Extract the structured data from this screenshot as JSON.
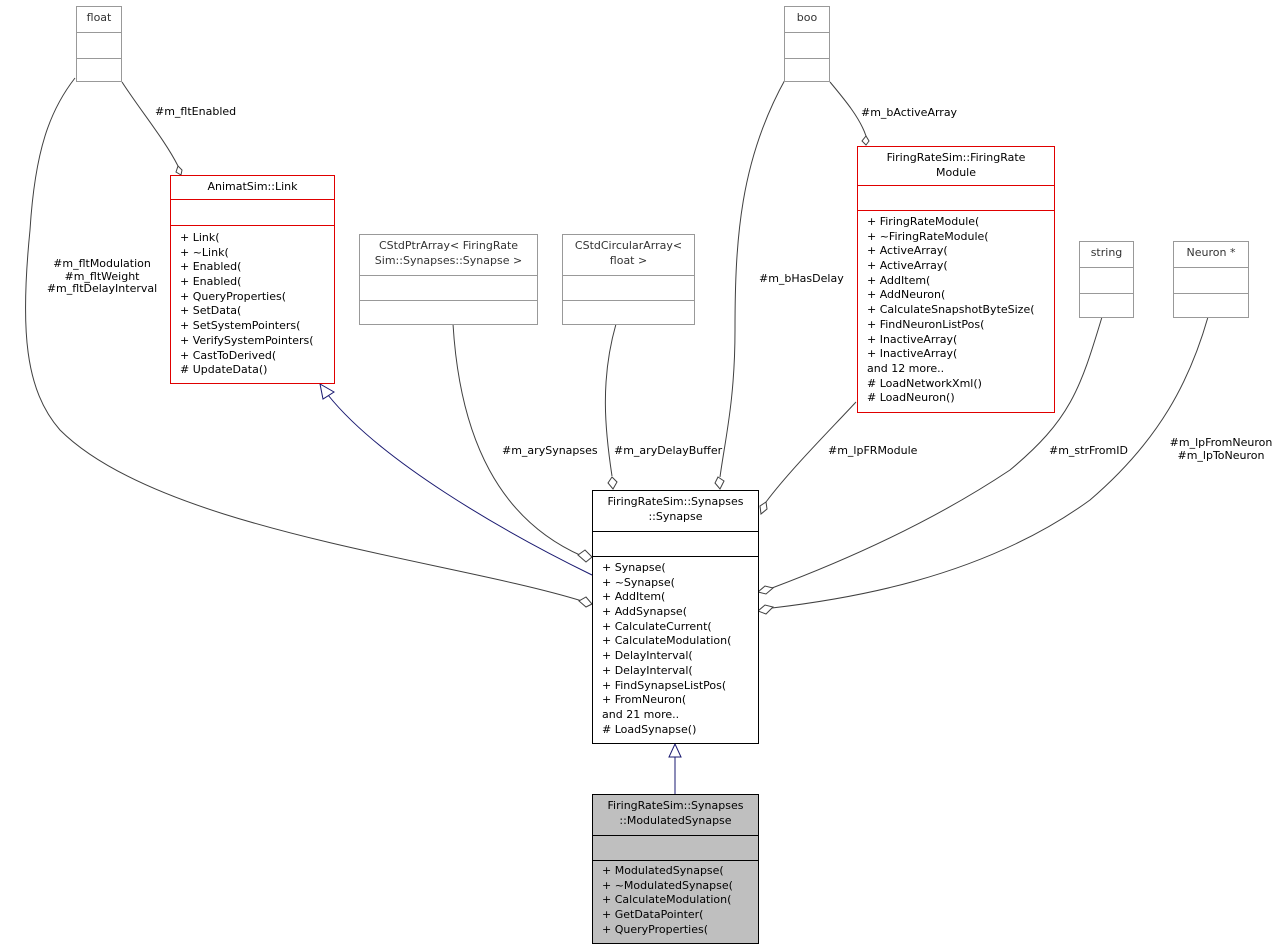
{
  "nodes": {
    "float": {
      "title": "float",
      "attributes": [],
      "methods": []
    },
    "bool": {
      "title": "boo",
      "attributes": [],
      "methods": []
    },
    "link": {
      "title": "AnimatSim::Link",
      "methods": [
        "+ Link(",
        "+ ~Link(",
        "+ Enabled(",
        "+ Enabled(",
        "+ QueryProperties(",
        "+ SetData(",
        "+ SetSystemPointers(",
        "+ VerifySystemPointers(",
        "+ CastToDerived(",
        "# UpdateData()"
      ]
    },
    "ptrarray": {
      "title": "CStdPtrArray< FiringRate\nSim::Synapses::Synapse >"
    },
    "circarray": {
      "title": "CStdCircularArray<\nfloat >"
    },
    "module": {
      "title": "FiringRateSim::FiringRate\nModule",
      "methods": [
        "+ FiringRateModule(",
        "+ ~FiringRateModule(",
        "+ ActiveArray(",
        "+ ActiveArray(",
        "+ AddItem(",
        "+ AddNeuron(",
        "+ CalculateSnapshotByteSize(",
        "+ FindNeuronListPos(",
        "+ InactiveArray(",
        "+ InactiveArray(",
        "and 12 more..",
        "# LoadNetworkXml()",
        "# LoadNeuron()"
      ]
    },
    "string": {
      "title": "string"
    },
    "neuron": {
      "title": "Neuron *"
    },
    "synapse": {
      "title": "FiringRateSim::Synapses\n::Synapse",
      "methods": [
        "+ Synapse(",
        "+ ~Synapse(",
        "+ AddItem(",
        "+ AddSynapse(",
        "+ CalculateCurrent(",
        "+ CalculateModulation(",
        "+ DelayInterval(",
        "+ DelayInterval(",
        "+ FindSynapseListPos(",
        "+ FromNeuron(",
        "and 21 more..",
        "# LoadSynapse()"
      ]
    },
    "modulated": {
      "title": "FiringRateSim::Synapses\n::ModulatedSynapse",
      "methods": [
        "+ ModulatedSynapse(",
        "+ ~ModulatedSynapse(",
        "+ CalculateModulation(",
        "+ GetDataPointer(",
        "+ QueryProperties("
      ]
    }
  },
  "edge_labels": {
    "flt_enabled": "#m_fltEnabled",
    "flt_group": "#m_fltModulation\n#m_fltWeight\n#m_fltDelayInterval",
    "active_array": "#m_bActiveArray",
    "has_delay": "#m_bHasDelay",
    "ary_synapses": "#m_arySynapses",
    "ary_delay": "#m_aryDelayBuffer",
    "fr_module": "#m_lpFRModule",
    "str_from": "#m_strFromID",
    "neuron_group": "#m_lpFromNeuron\n#m_lpToNeuron"
  },
  "colors": {
    "inheritance_edge": "#191970",
    "association_edge": "#404040",
    "highlight_fill": "#bfbfbf",
    "red_border": "#e00000"
  }
}
